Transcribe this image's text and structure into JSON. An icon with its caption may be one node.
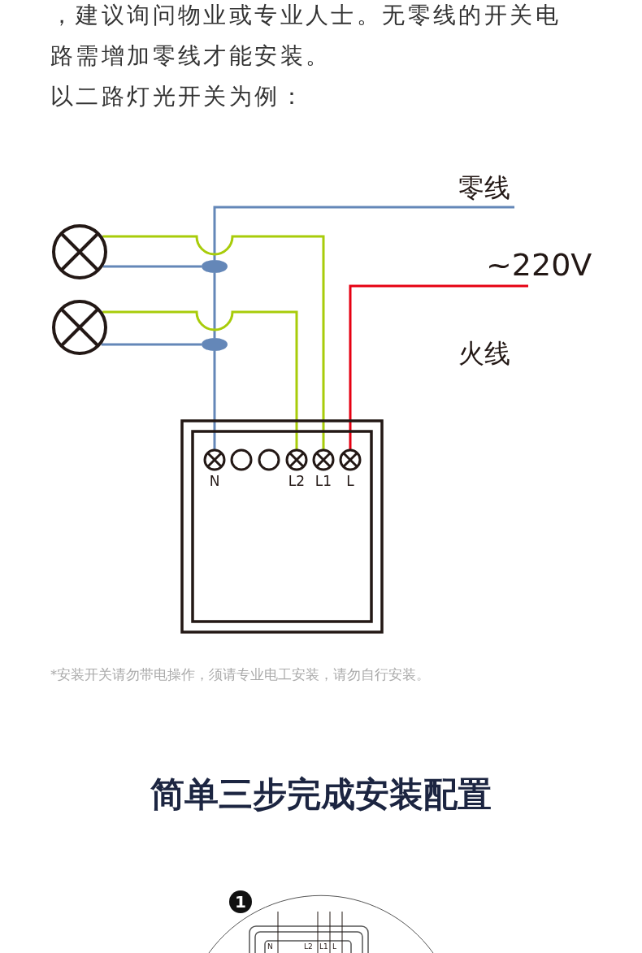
{
  "diagram": {
    "title": "简单三步完成安装配置",
    "nodes": [
      {
        "text": [],
        "shape": "lamp"
      },
      {
        "text": [],
        "shape": "dot"
      },
      {
        "text": [],
        "shape": "lamp"
      },
      {
        "text": [],
        "shape": "dot"
      },
      {
        "text": [],
        "shape": "box"
      },
      {
        "text": [
          "N"
        ],
        "in": 4
      },
      {
        "text": [],
        "shape": "circle",
        "in": 4
      },
      {
        "text": [],
        "shape": "circle",
        "in": 4
      },
      {
        "text": [
          "L2"
        ],
        "in": 4
      },
      {
        "text": [
          "L1"
        ],
        "in": 4
      },
      {
        "text": [
          "L"
        ],
        "in": 4
      }
    ],
    "edges": [
      {
        "from": null,
        "to": 1,
        "arrow": "none",
        "color": "#6487b8"
      },
      {
        "from": 1,
        "to": 3,
        "arrow": "none",
        "color": "#6487b8"
      },
      {
        "from": 3,
        "to": 5,
        "arrow": "none",
        "color": "#6487b8"
      },
      {
        "from": 0,
        "to": 1,
        "arrow": "none",
        "color": "#6487b8"
      },
      {
        "from": 2,
        "to": 3,
        "arrow": "none",
        "color": "#6487b8"
      },
      {
        "from": 0,
        "to": 9,
        "arrow": "none",
        "color": "#a8cc0a"
      },
      {
        "from": 2,
        "to": 8,
        "arrow": "none",
        "color": "#a8cc0a"
      },
      {
        "from": null,
        "to": 10,
        "arrow": "none",
        "color": "#e60012"
      }
    ],
    "labels": [
      "，建议询问物业或专业人士。无零线的开关电路需增加零线才能安装。",
      "以二路灯光开关为例：",
      "零线",
      "~220V",
      "火线",
      "*安装开关请勿带电操作，须请专业电工安装，请勿自行安装。",
      "1",
      "N",
      "L2",
      "L1",
      "L"
    ]
  }
}
